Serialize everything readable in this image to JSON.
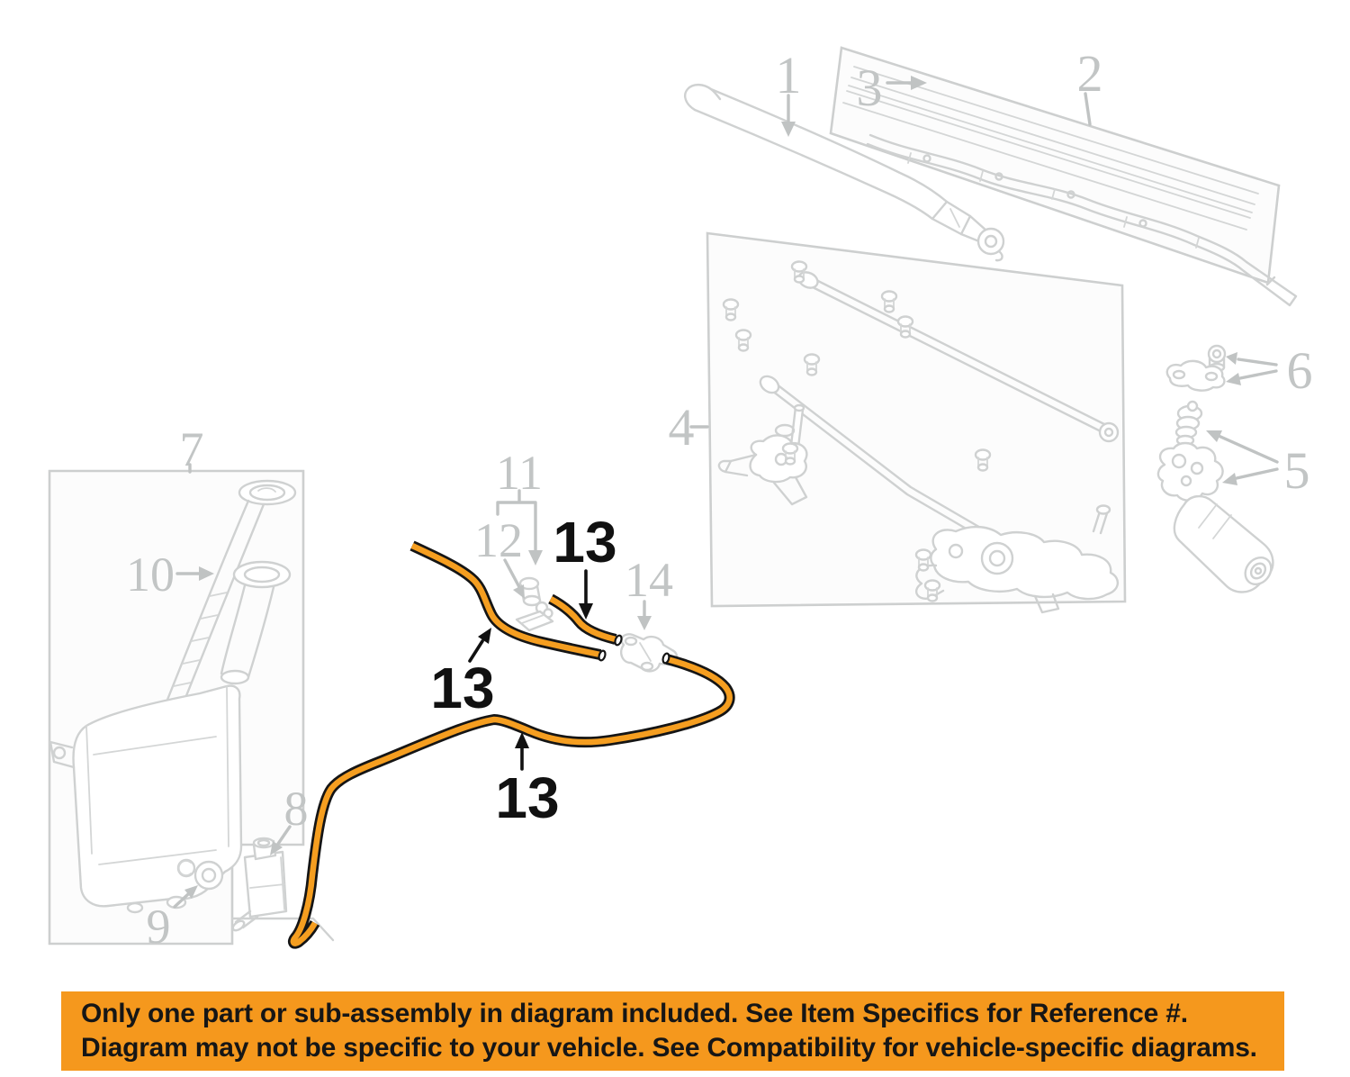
{
  "colors": {
    "highlight_orange": "#F59E20",
    "banner_orange": "#F5981D",
    "line_gray": "#CFD1D1",
    "label_gray": "#C2C5C5",
    "callout_black": "#111111"
  },
  "callouts": {
    "gray": [
      {
        "id": "part-1",
        "label": "1"
      },
      {
        "id": "part-2",
        "label": "2"
      },
      {
        "id": "part-3",
        "label": "3"
      },
      {
        "id": "part-4",
        "label": "4"
      },
      {
        "id": "part-5",
        "label": "5"
      },
      {
        "id": "part-6",
        "label": "6"
      },
      {
        "id": "part-7",
        "label": "7"
      },
      {
        "id": "part-8",
        "label": "8"
      },
      {
        "id": "part-9",
        "label": "9"
      },
      {
        "id": "part-10",
        "label": "10"
      },
      {
        "id": "part-11",
        "label": "11"
      },
      {
        "id": "part-12",
        "label": "12"
      },
      {
        "id": "part-14",
        "label": "14"
      }
    ],
    "highlighted": [
      {
        "id": "hose-upper",
        "label": "13"
      },
      {
        "id": "hose-middle",
        "label": "13"
      },
      {
        "id": "hose-lower",
        "label": "13"
      }
    ]
  },
  "banner": {
    "line1": "Only one part or sub-assembly in diagram included. See Item Specifics for Reference #.",
    "line2": "Diagram may not be specific to your vehicle. See Compatibility for vehicle-specific diagrams."
  }
}
